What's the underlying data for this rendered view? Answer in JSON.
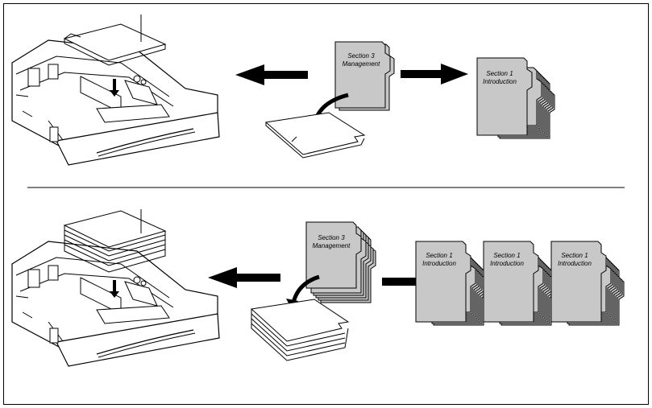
{
  "top_panel": {
    "source_tab": {
      "line1": "Section 3",
      "line2": "Management"
    },
    "output_tab": {
      "line1": "Section 1",
      "line2": "Introduction"
    }
  },
  "bottom_panel": {
    "source_tab": {
      "line1": "Section 3",
      "line2": "Management"
    },
    "output_tabs": [
      {
        "line1": "Section 1",
        "line2": "Introduction"
      },
      {
        "line1": "Section 1",
        "line2": "Introduction"
      },
      {
        "line1": "Section 1",
        "line2": "Introduction"
      }
    ]
  },
  "colors": {
    "tab_fill": "#c8c8c8",
    "line": "#000000",
    "background": "#ffffff"
  },
  "icons": [
    "paper-tray-icon",
    "left-arrow-icon",
    "right-arrow-icon",
    "curved-arrow-icon",
    "tab-stack-icon"
  ]
}
